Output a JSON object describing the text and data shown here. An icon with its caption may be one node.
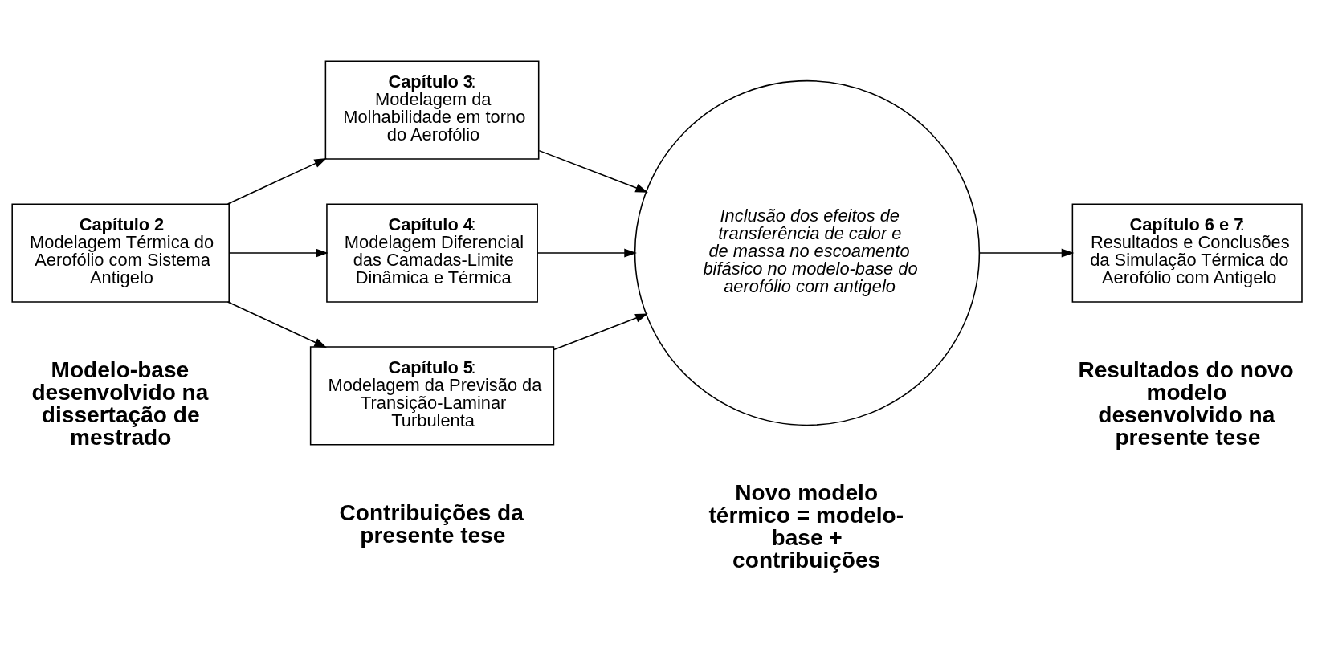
{
  "diagram": {
    "nodes": [
      {
        "text": [
          "Capítulo 2",
          "Modelagem Térmica do Aerofólio com Sistema Antigelo"
        ]
      },
      {
        "text": [
          "**Capítulo 3**:",
          "Modelagem da Molhabilidade em torno do Aerofólio"
        ]
      },
      {
        "text": [
          "**Capítulo 4**:",
          "Modelagem Diferencial das Camadas-Limite Dinâmica e Térmica"
        ]
      },
      {
        "text": [
          "**Capítulo 5**:",
          "Modelagem da Previsão da Transição-Laminar Turbulenta"
        ]
      },
      {
        "text": [
          "Inclusão dos efeitos de transferência de calor e de massa no escoamento bifásico no modelo-base do aerofólio com antigelo"
        ]
      },
      {
        "text": [
          "**Capítulo 6 e 7**:",
          "Resultados e Conclusões da Simulação Térmica do Aerofólio com Antigelo"
        ]
      }
    ],
    "edges": [
      {
        "from": 0,
        "to": 1,
        "arrow": "to"
      },
      {
        "from": 0,
        "to": 2,
        "arrow": "to"
      },
      {
        "from": 0,
        "to": 3,
        "arrow": "to"
      },
      {
        "from": 1,
        "to": 4,
        "arrow": "to"
      },
      {
        "from": 2,
        "to": 4,
        "arrow": "to"
      },
      {
        "from": 3,
        "to": 4,
        "arrow": "to"
      },
      {
        "from": 4,
        "to": 5,
        "arrow": "to"
      }
    ],
    "labels": [
      "Modelo-base desenvolvido na dissertação de mestrado",
      "Contribuições da presente tese",
      "Novo modelo térmico = modelo-base + contribuições",
      "Resultados do novo modelo desenvolvido na presente tese"
    ]
  }
}
